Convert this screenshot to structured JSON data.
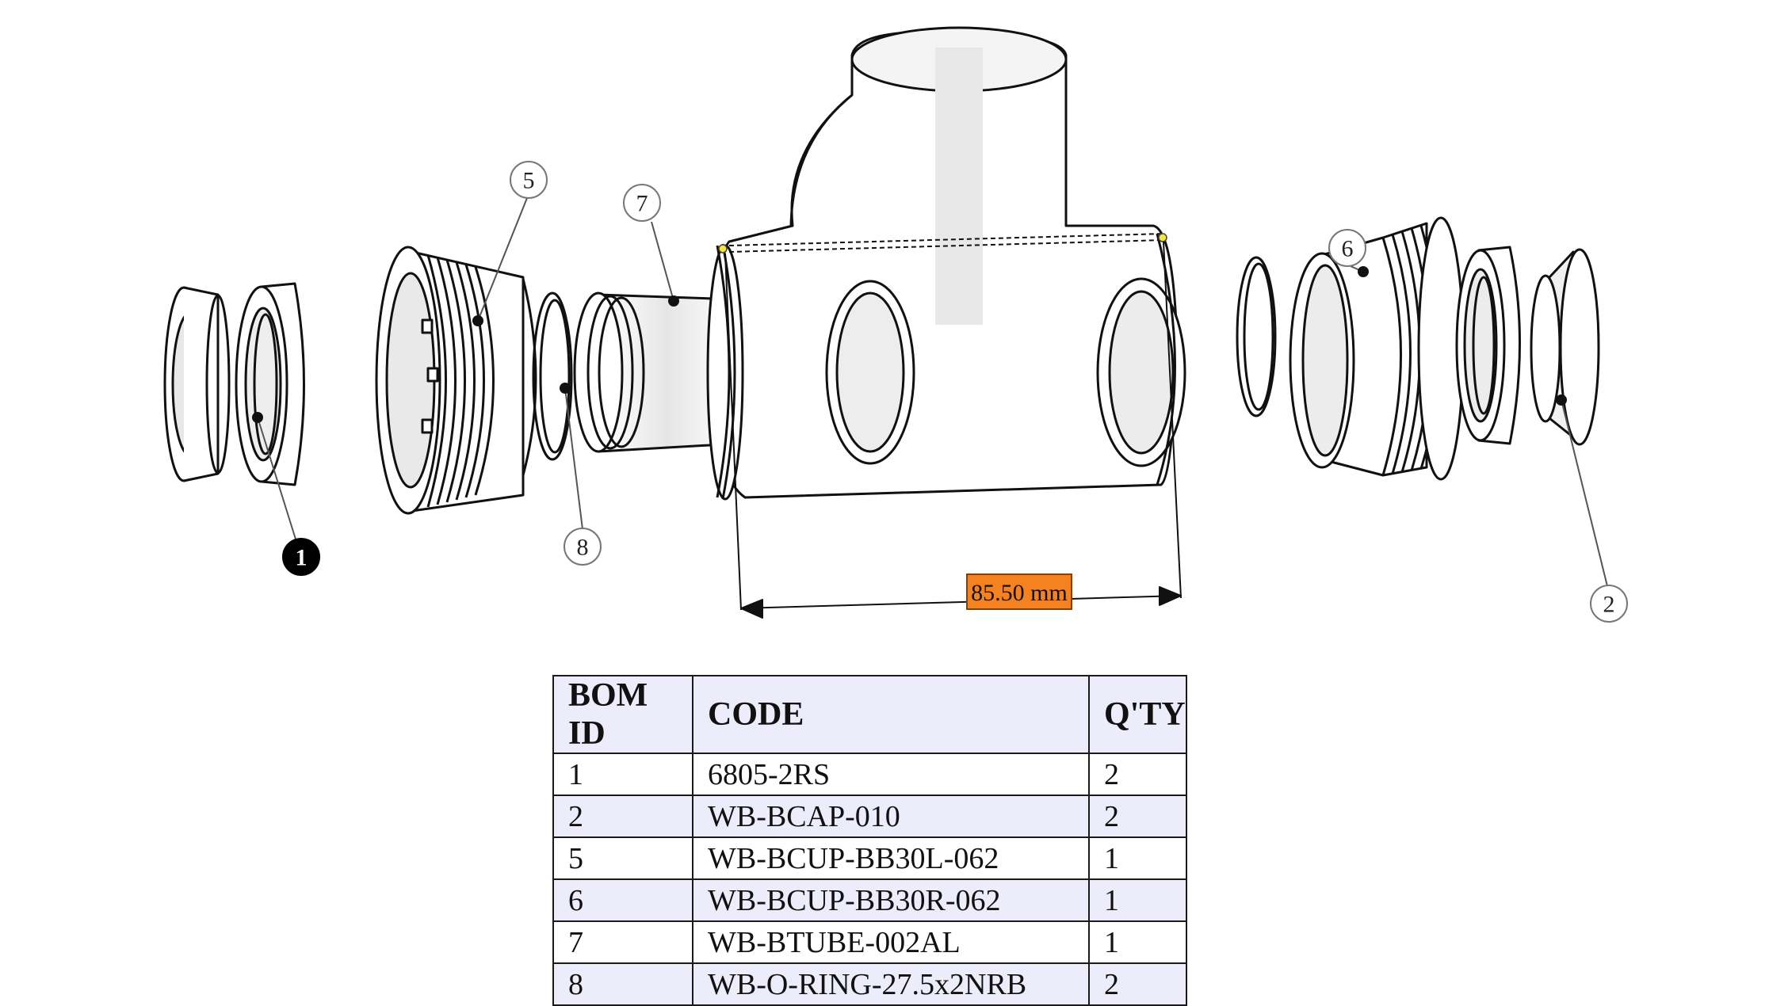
{
  "callouts": [
    {
      "id": "1",
      "filled": true
    },
    {
      "id": "2",
      "filled": false
    },
    {
      "id": "5",
      "filled": false
    },
    {
      "id": "6",
      "filled": false
    },
    {
      "id": "7",
      "filled": false
    },
    {
      "id": "8",
      "filled": false
    }
  ],
  "dimension": {
    "label": "85.50 mm",
    "color": "#f58220"
  },
  "bom": {
    "headers": [
      "BOM ID",
      "CODE",
      "Q'TY"
    ],
    "rows": [
      {
        "id": "1",
        "code": "6805-2RS",
        "qty": "2"
      },
      {
        "id": "2",
        "code": "WB-BCAP-010",
        "qty": "2"
      },
      {
        "id": "5",
        "code": "WB-BCUP-BB30L-062",
        "qty": "1"
      },
      {
        "id": "6",
        "code": "WB-BCUP-BB30R-062",
        "qty": "1"
      },
      {
        "id": "7",
        "code": "WB-BTUBE-002AL",
        "qty": "1"
      },
      {
        "id": "8",
        "code": "WB-O-RING-27.5x2NRB",
        "qty": "2"
      }
    ],
    "header_bg": "#ececfb"
  }
}
